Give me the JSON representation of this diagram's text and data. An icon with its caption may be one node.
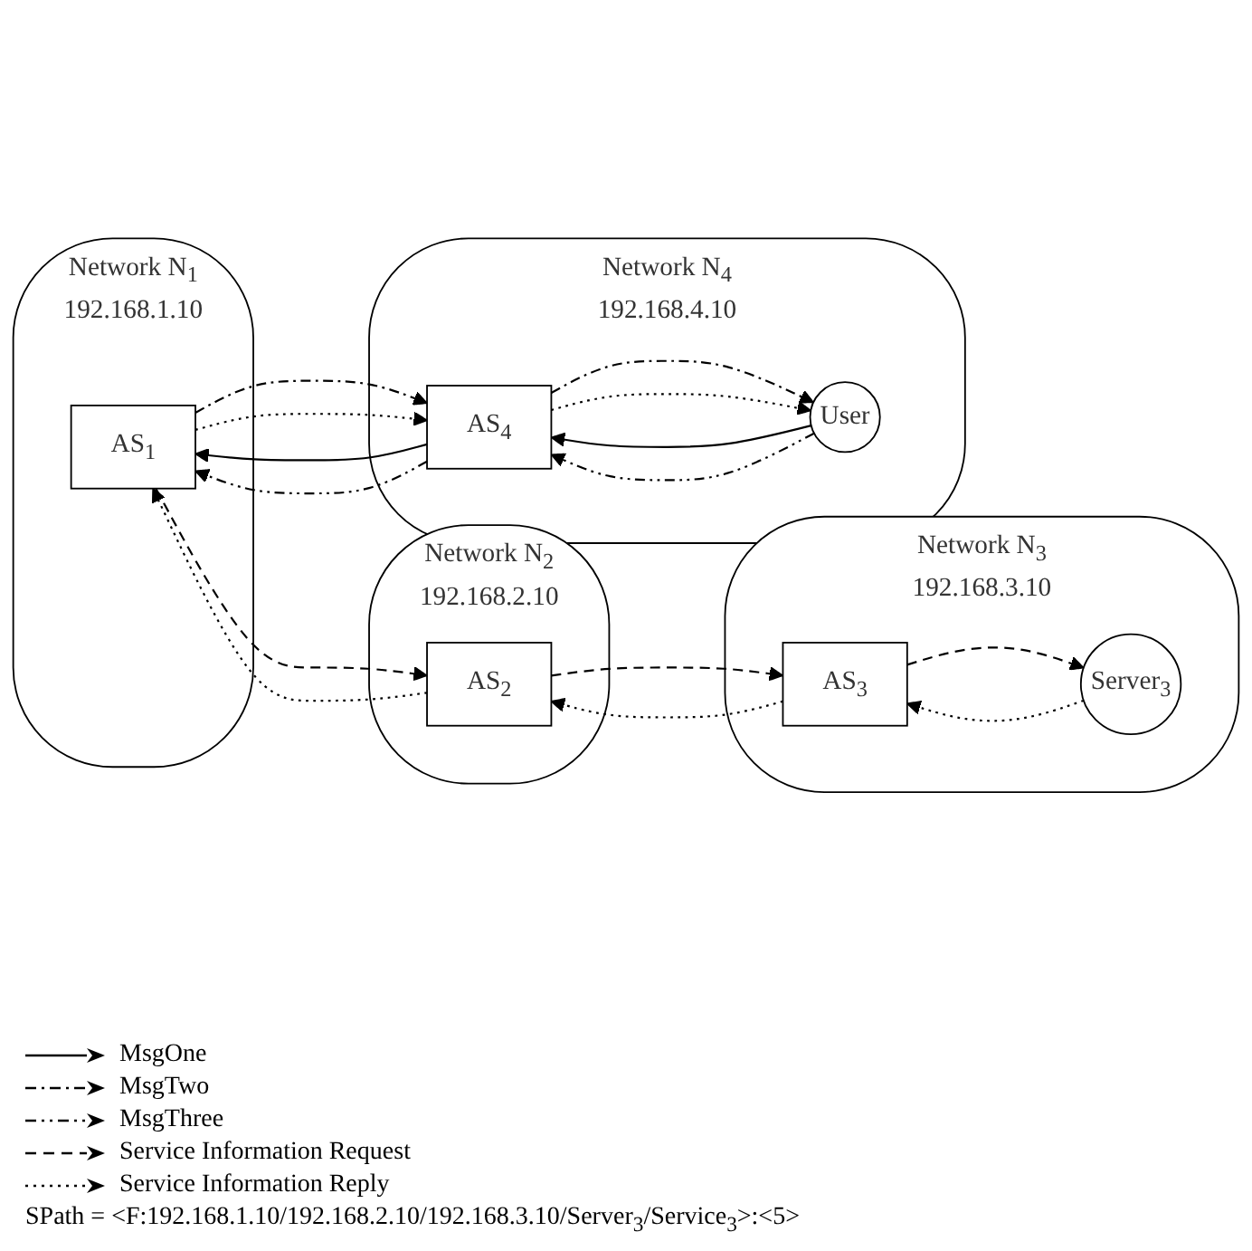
{
  "diagram": {
    "nodes": [
      {
        "text": [
          "Network N$_{1}$",
          "192.168.1.10"
        ]
      },
      {
        "text": [
          "AS$_{1}$"
        ],
        "in": 0
      },
      {
        "text": [
          "Network N$_{2}$",
          "192.168.2.10"
        ]
      },
      {
        "text": [
          "AS$_{2}$"
        ],
        "in": 2
      },
      {
        "text": [
          "Network N$_{3}$",
          "192.168.3.10"
        ]
      },
      {
        "text": [
          "Server$_{3}$"
        ],
        "in": 4
      },
      {
        "text": [
          "AS$_{3}$"
        ],
        "in": 4
      },
      {
        "text": [
          "Network N$_{4}$",
          "192.168.4.10"
        ]
      },
      {
        "text": [
          "User"
        ],
        "in": 7
      },
      {
        "text": [
          "AS$_{4}$"
        ],
        "in": 7
      }
    ],
    "edges": [
      {
        "from": 1,
        "to": 3,
        "arrow": "to",
        "style": "dashed"
      },
      {
        "from": 3,
        "to": 1,
        "arrow": "to",
        "style": "dashed"
      },
      {
        "from": 3,
        "to": 6,
        "arrow": "to",
        "style": "dashed"
      },
      {
        "from": 6,
        "to": 3,
        "arrow": "to",
        "style": "dashed"
      },
      {
        "from": 6,
        "to": 5,
        "arrow": "to",
        "style": "dashed"
      },
      {
        "from": 5,
        "to": 6,
        "arrow": "to",
        "style": "dashed"
      },
      {
        "from": 9,
        "to": 1,
        "arrow": "to"
      },
      {
        "from": 1,
        "to": 9,
        "arrow": "to",
        "style": "dashed"
      },
      {
        "from": 9,
        "to": 1,
        "arrow": "to",
        "style": "dashed"
      },
      {
        "from": 1,
        "to": 9,
        "arrow": "to",
        "style": "dashed"
      },
      {
        "from": 8,
        "to": 9,
        "arrow": "to"
      },
      {
        "from": 9,
        "to": 8,
        "arrow": "to",
        "style": "dashed"
      },
      {
        "from": 8,
        "to": 9,
        "arrow": "to",
        "style": "dashed"
      },
      {
        "from": 9,
        "to": 8,
        "arrow": "to",
        "style": "dashed"
      }
    ],
    "labels": [
      "SPath = <F:192.168.1.10/192.168.2.10/192.168.3.10/Server$_{3}$/Service$_{3}$>:<5>"
    ],
    "legend": [
      {
        "text": "MsgOne"
      },
      {
        "text": "MsgTwo"
      },
      {
        "text": "MsgThree"
      },
      {
        "text": "Service Information Request"
      },
      {
        "text": "Service Information Reply"
      }
    ]
  }
}
